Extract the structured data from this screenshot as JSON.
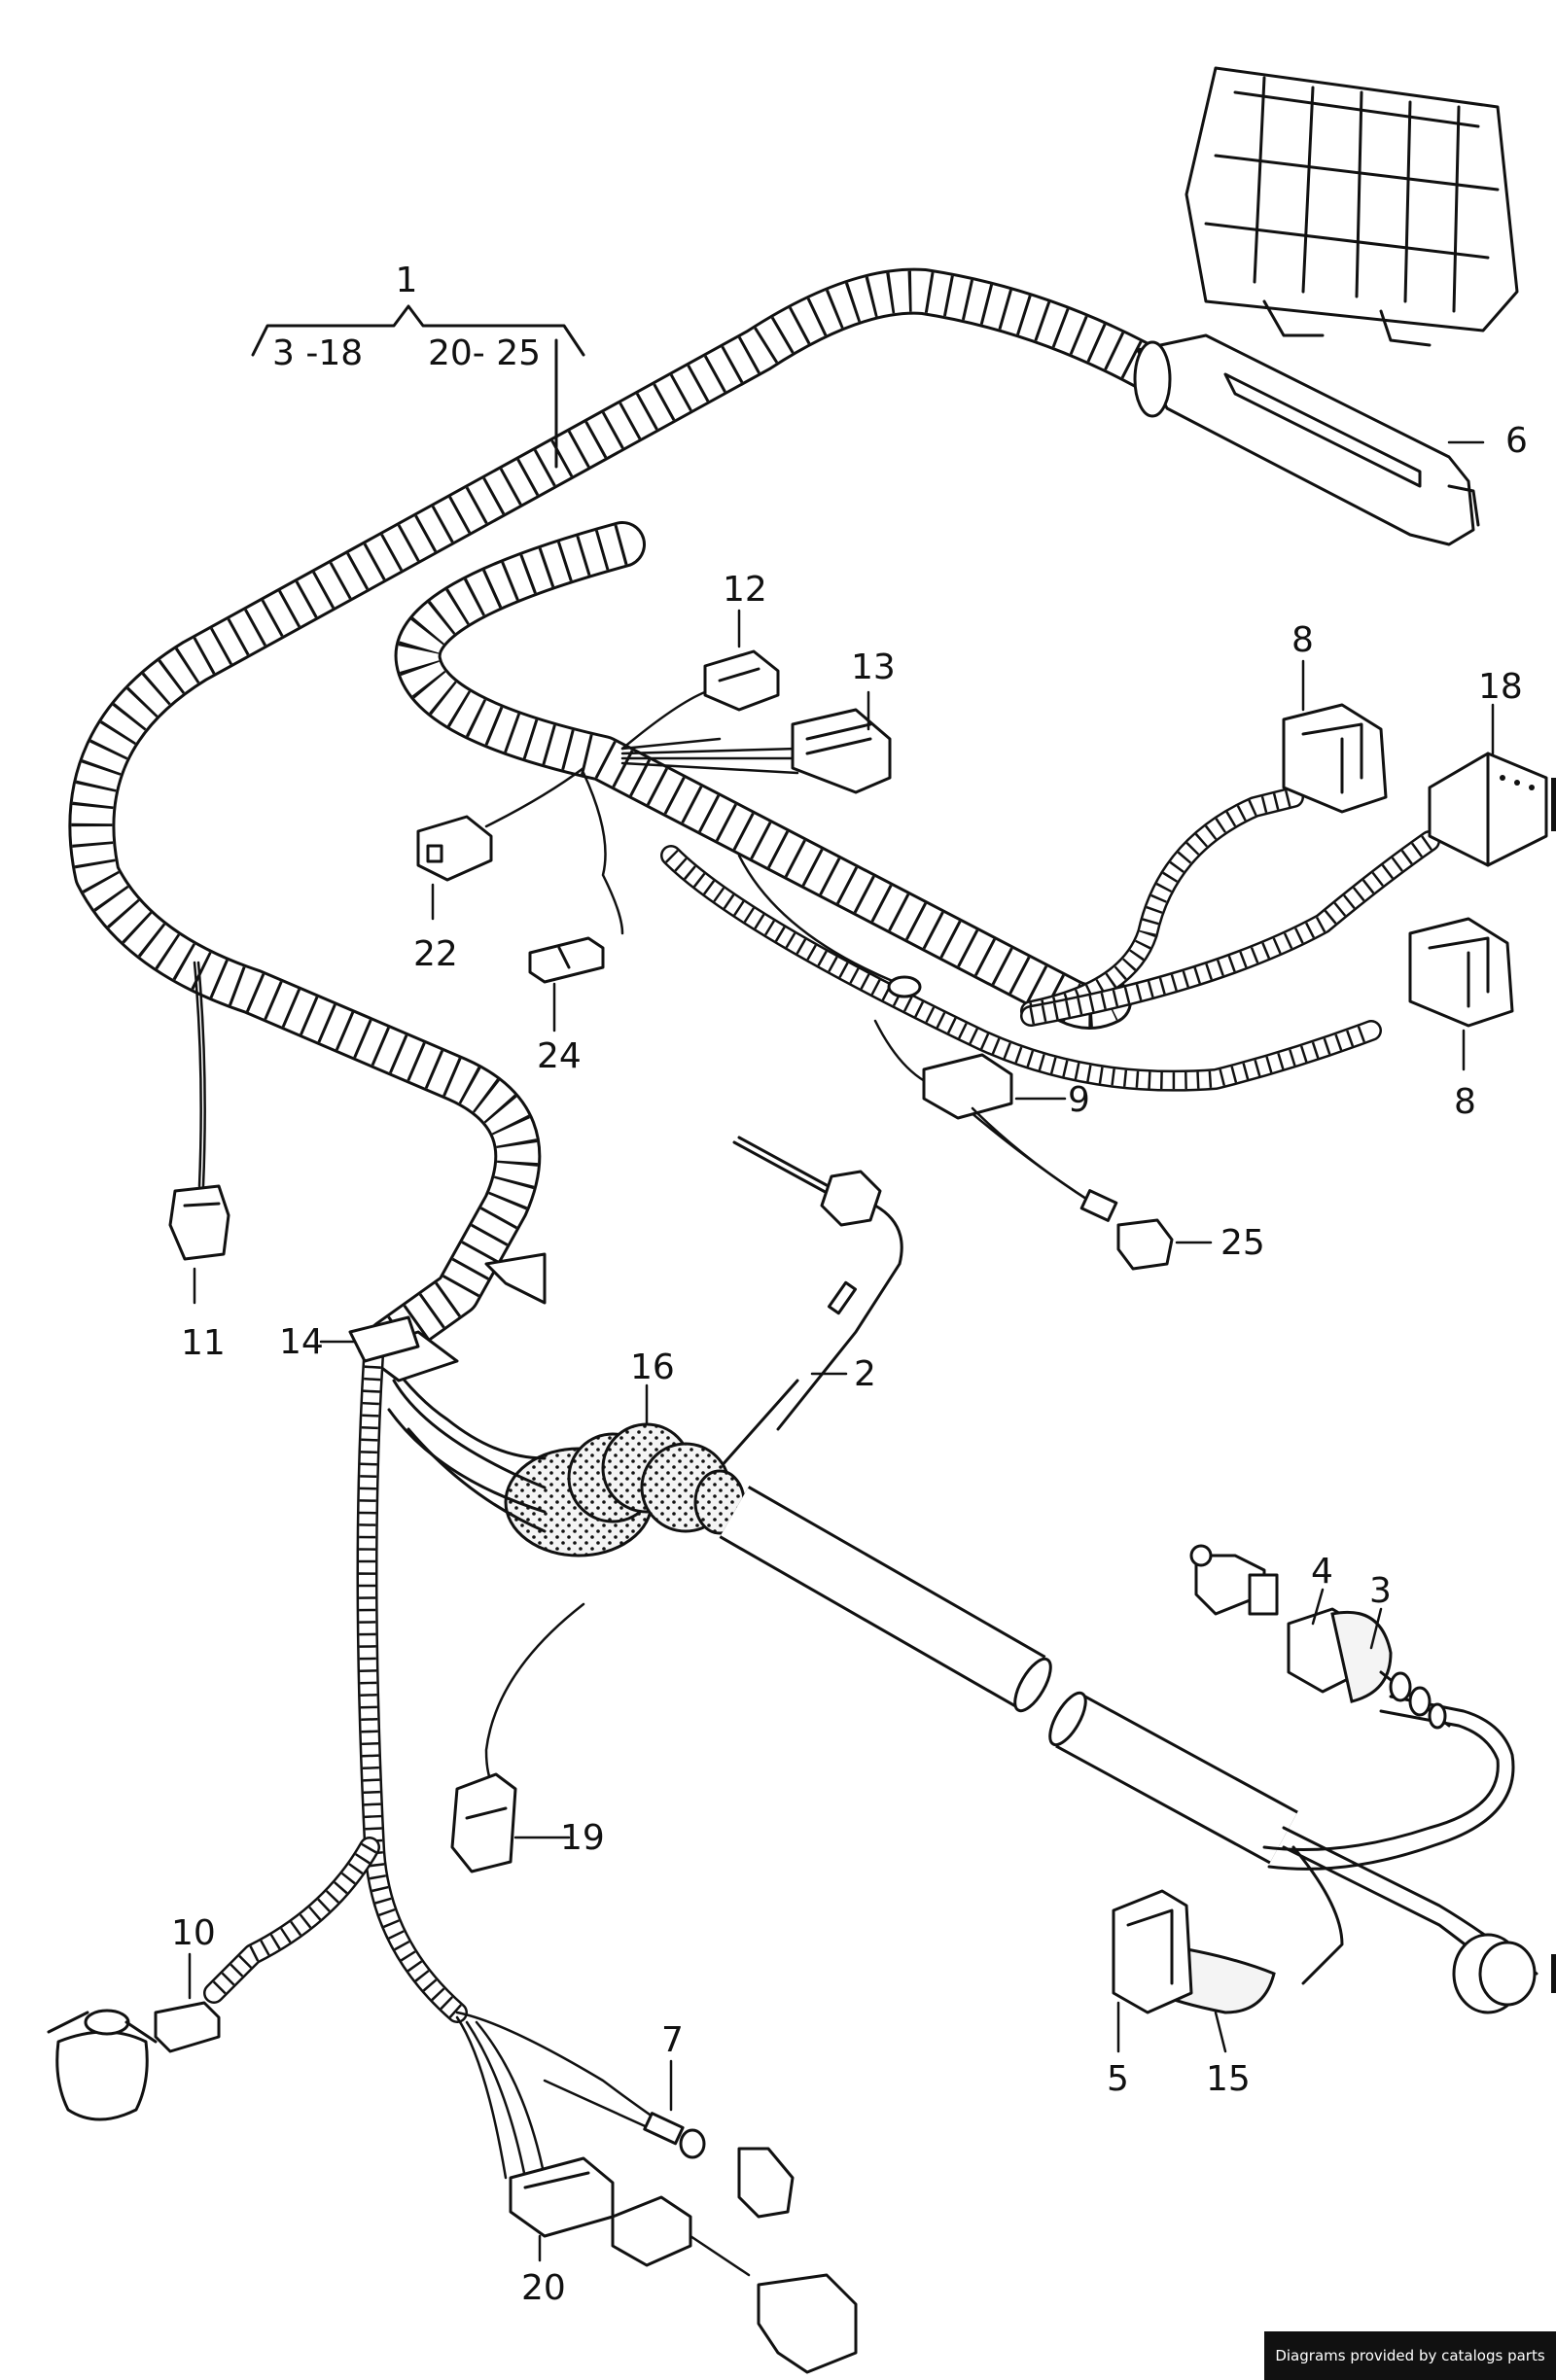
{
  "diagram": {
    "group_header": {
      "main": "1",
      "left_range": "3 -18",
      "right_range": "20- 25"
    },
    "callouts": [
      "2",
      "3",
      "4",
      "5",
      "6",
      "7",
      "8",
      "8",
      "9",
      "10",
      "11",
      "12",
      "13",
      "14",
      "15",
      "16",
      "18",
      "19",
      "20",
      "22",
      "24",
      "25"
    ],
    "footer": "Diagrams provided by catalogs parts"
  }
}
